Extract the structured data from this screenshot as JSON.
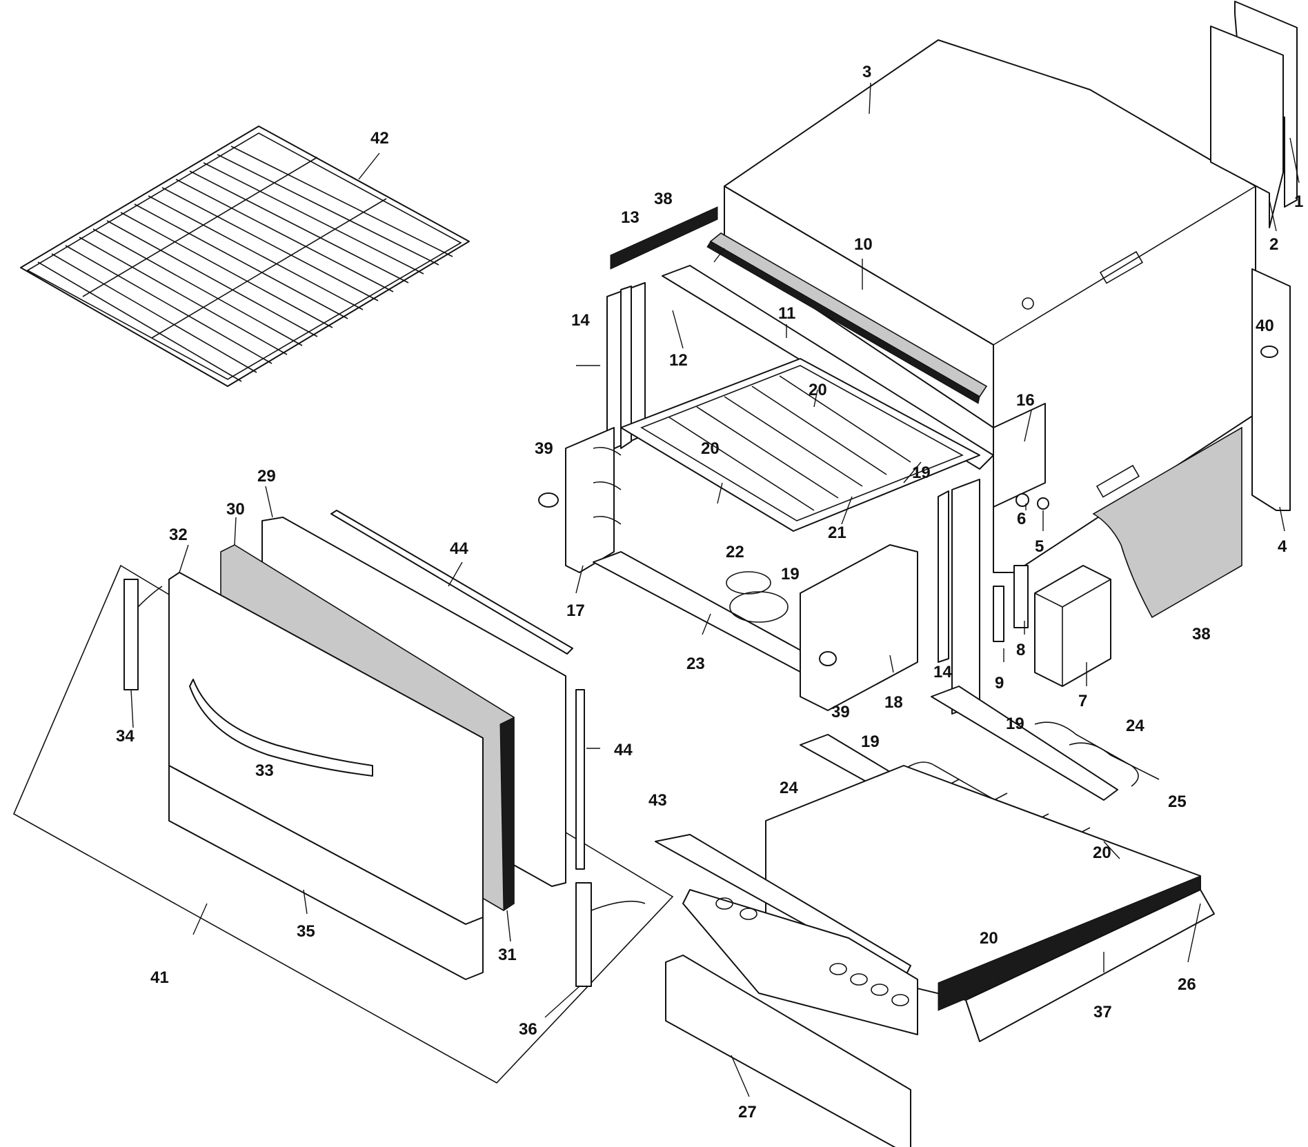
{
  "callouts": [
    {
      "id": "c1",
      "text": "1"
    },
    {
      "id": "c2",
      "text": "2"
    },
    {
      "id": "c3",
      "text": "3"
    },
    {
      "id": "c4",
      "text": "4"
    },
    {
      "id": "c5",
      "text": "5"
    },
    {
      "id": "c6",
      "text": "6"
    },
    {
      "id": "c7",
      "text": "7"
    },
    {
      "id": "c8",
      "text": "8"
    },
    {
      "id": "c9",
      "text": "9"
    },
    {
      "id": "c10",
      "text": "10"
    },
    {
      "id": "c11",
      "text": "11"
    },
    {
      "id": "c12",
      "text": "12"
    },
    {
      "id": "c13",
      "text": "13"
    },
    {
      "id": "c14a",
      "text": "14"
    },
    {
      "id": "c14b",
      "text": "14"
    },
    {
      "id": "c16",
      "text": "16"
    },
    {
      "id": "c17",
      "text": "17"
    },
    {
      "id": "c18",
      "text": "18"
    },
    {
      "id": "c19a",
      "text": "19"
    },
    {
      "id": "c19b",
      "text": "19"
    },
    {
      "id": "c19c",
      "text": "19"
    },
    {
      "id": "c19d",
      "text": "19"
    },
    {
      "id": "c20a",
      "text": "20"
    },
    {
      "id": "c20b",
      "text": "20"
    },
    {
      "id": "c20c",
      "text": "20"
    },
    {
      "id": "c20d",
      "text": "20"
    },
    {
      "id": "c21",
      "text": "21"
    },
    {
      "id": "c22",
      "text": "22"
    },
    {
      "id": "c23",
      "text": "23"
    },
    {
      "id": "c24a",
      "text": "24"
    },
    {
      "id": "c24b",
      "text": "24"
    },
    {
      "id": "c25",
      "text": "25"
    },
    {
      "id": "c26",
      "text": "26"
    },
    {
      "id": "c27",
      "text": "27"
    },
    {
      "id": "c29",
      "text": "29"
    },
    {
      "id": "c30",
      "text": "30"
    },
    {
      "id": "c31",
      "text": "31"
    },
    {
      "id": "c32",
      "text": "32"
    },
    {
      "id": "c33",
      "text": "33"
    },
    {
      "id": "c34",
      "text": "34"
    },
    {
      "id": "c35",
      "text": "35"
    },
    {
      "id": "c36",
      "text": "36"
    },
    {
      "id": "c37",
      "text": "37"
    },
    {
      "id": "c38a",
      "text": "38"
    },
    {
      "id": "c38b",
      "text": "38"
    },
    {
      "id": "c39a",
      "text": "39"
    },
    {
      "id": "c39b",
      "text": "39"
    },
    {
      "id": "c40",
      "text": "40"
    },
    {
      "id": "c41",
      "text": "41"
    },
    {
      "id": "c42",
      "text": "42"
    },
    {
      "id": "c43",
      "text": "43"
    },
    {
      "id": "c44a",
      "text": "44"
    },
    {
      "id": "c44b",
      "text": "44"
    }
  ]
}
